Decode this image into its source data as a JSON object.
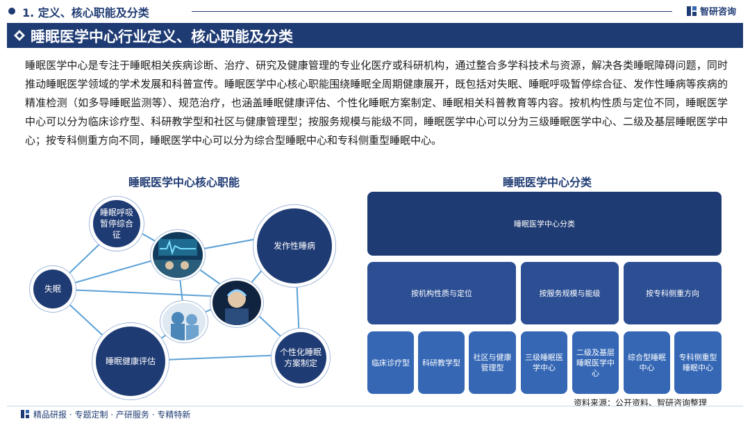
{
  "header": {
    "section_label": "1. 定义、核心职能及分类",
    "brand": "智研咨询"
  },
  "banner_title": "睡眠医学中心行业定义、核心职能及分类",
  "intro_text": "睡眠医学中心是专注于睡眠相关疾病诊断、治疗、研究及健康管理的专业化医疗或科研机构，通过整合多学科技术与资源，解决各类睡眠障碍问题，同时推动睡眠医学领域的学术发展和科普宣传。睡眠医学中心核心职能围绕睡眠全周期健康展开，既包括对失眠、睡眠呼吸暂停综合征、发作性睡病等疾病的精准检测（如多导睡眠监测等）、规范治疗，也涵盖睡眠健康评估、个性化睡眠方案制定、睡眠相关科普教育等内容。按机构性质与定位不同，睡眠医学中心可以分为临床诊疗型、科研教学型和社区与健康管理型；按服务规模与能级不同，睡眠医学中心可以分为三级睡眠医学中心、二级及基层睡眠医学中心；按专科侧重方向不同，睡眠医学中心可以分为综合型睡眠中心和专科侧重型睡眠中心。",
  "left_panel": {
    "title": "睡眠医学中心核心职能",
    "nodes": {
      "apnea": "睡眠呼吸暂停综合征",
      "narcolepsy": "发作性睡病",
      "insomnia": "失眠",
      "assessment": "睡眠健康评估",
      "plan": "个性化睡眠方案制定"
    }
  },
  "right_panel": {
    "title": "睡眠医学中心分类",
    "root": "睡眠医学中心分类",
    "groups": [
      {
        "label": "按机构性质与定位",
        "items": [
          "临床诊疗型",
          "科研教学型",
          "社区与健康管理型"
        ]
      },
      {
        "label": "按服务规模与能级",
        "items": [
          "三级睡眠医学中心",
          "二级及基层睡眠医学中心"
        ]
      },
      {
        "label": "按专科侧重方向",
        "items": [
          "综合型睡眠中心",
          "专科侧重型睡眠中心"
        ]
      }
    ]
  },
  "source": "资料来源：公开资料、智研咨询整理",
  "footer": "精品研报 · 专题定制 · 产研服务 · 专精特新",
  "colors": {
    "primary": "#1f3b73",
    "level2": "#2c4f94",
    "level3": "#3567b5",
    "line": "#5aa0d6"
  }
}
